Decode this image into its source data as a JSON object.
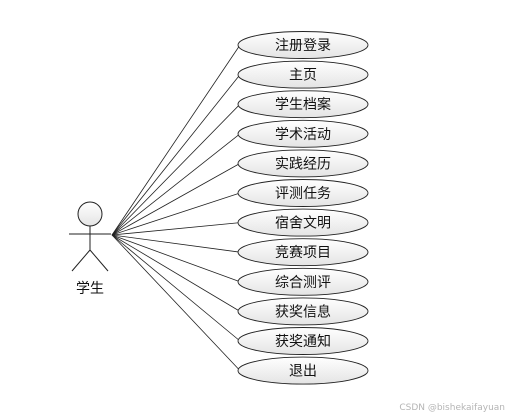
{
  "actor": {
    "label": "学生",
    "icon": "stick-figure-actor"
  },
  "use_cases": [
    {
      "id": "register-login",
      "label": "注册登录"
    },
    {
      "id": "home",
      "label": "主页"
    },
    {
      "id": "student-file",
      "label": "学生档案"
    },
    {
      "id": "academic-activity",
      "label": "学术活动"
    },
    {
      "id": "practice-experience",
      "label": "实践经历"
    },
    {
      "id": "assessment-task",
      "label": "评测任务"
    },
    {
      "id": "dorm-civility",
      "label": "宿舍文明"
    },
    {
      "id": "competition-project",
      "label": "竞赛项目"
    },
    {
      "id": "comprehensive-evaluation",
      "label": "综合测评"
    },
    {
      "id": "award-info",
      "label": "获奖信息"
    },
    {
      "id": "award-notice",
      "label": "获奖通知"
    },
    {
      "id": "logout",
      "label": "退出"
    }
  ],
  "colors": {
    "ellipse_fill_top": "#ffffff",
    "ellipse_fill_bottom": "#e4e4e4",
    "stroke": "#222222",
    "text": "#111111"
  },
  "watermark": "CSDN @bishekaifayuan"
}
